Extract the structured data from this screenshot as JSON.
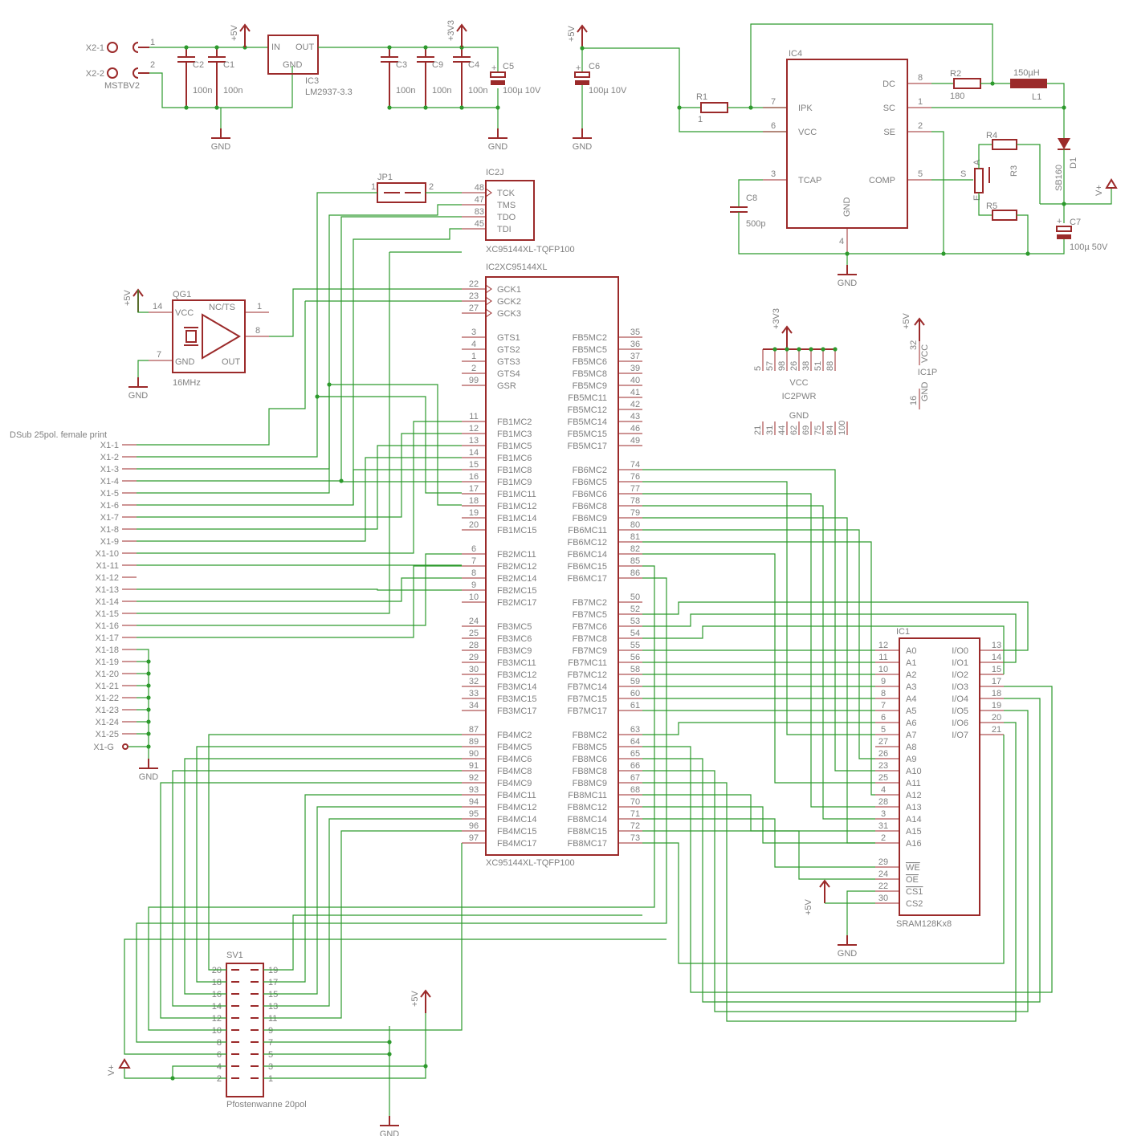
{
  "connector_x2": {
    "pins": [
      "X2-1",
      "X2-2"
    ],
    "name": "MSTBV2"
  },
  "connector_x1": {
    "title": "DSub 25pol. female print",
    "pins": [
      "X1-1",
      "X1-2",
      "X1-3",
      "X1-4",
      "X1-5",
      "X1-6",
      "X1-7",
      "X1-8",
      "X1-9",
      "X1-10",
      "X1-11",
      "X1-12",
      "X1-13",
      "X1-14",
      "X1-15",
      "X1-16",
      "X1-17",
      "X1-18",
      "X1-19",
      "X1-20",
      "X1-21",
      "X1-22",
      "X1-23",
      "X1-24",
      "X1-25"
    ],
    "ground_pin": "X1-G"
  },
  "power": {
    "v5": "+5V",
    "v33": "+3V3",
    "vplus": "V+",
    "gnd": "GND"
  },
  "caps": {
    "c1": {
      "name": "C1",
      "value": "100n"
    },
    "c2": {
      "name": "C2",
      "value": "100n"
    },
    "c3": {
      "name": "C3",
      "value": "100n"
    },
    "c4": {
      "name": "C4",
      "value": "100n"
    },
    "c5": {
      "name": "C5",
      "value": "100µ 10V"
    },
    "c6": {
      "name": "C6",
      "value": "100µ 10V"
    },
    "c7": {
      "name": "C7",
      "value": "100µ 50V"
    },
    "c8": {
      "name": "C8",
      "value": "500p"
    },
    "c9": {
      "name": "C9",
      "value": "100n"
    }
  },
  "regulator": {
    "name": "IC3",
    "value": "LM2937-3.3",
    "pin_in": "IN",
    "pin_out": "OUT",
    "pin_gnd": "GND"
  },
  "ic4": {
    "name": "IC4",
    "left_pins": [
      "IPK",
      "VCC",
      "TCAP"
    ],
    "right_pins": [
      "DC",
      "SC",
      "SE",
      "COMP"
    ],
    "bottom_pin": "GND"
  },
  "passives": {
    "r1": {
      "name": "R1",
      "value": "1"
    },
    "r2": {
      "name": "R2",
      "value": "180"
    },
    "r3": {
      "name": "R3"
    },
    "r4": {
      "name": "R4"
    },
    "r5": {
      "name": "R5"
    },
    "l1": {
      "name": "L1",
      "value": "150µH"
    },
    "d1": {
      "name": "D1",
      "value": "SB160"
    },
    "pot_labels": {
      "a": "A",
      "e": "E",
      "s": "S"
    }
  },
  "jumper": {
    "name": "JP1",
    "pin1": "1",
    "pin2": "2"
  },
  "ic2j": {
    "name": "IC2J",
    "part": "XC95144XL-TQFP100",
    "pins": [
      {
        "num": "48",
        "name": "TCK"
      },
      {
        "num": "47",
        "name": "TMS"
      },
      {
        "num": "83",
        "name": "TDO"
      },
      {
        "num": "45",
        "name": "TDI"
      }
    ]
  },
  "oscillator": {
    "name": "QG1",
    "value": "16MHz",
    "pin_vcc": "VCC",
    "pin_nc": "NC/TS",
    "pin_gnd": "GND",
    "pin_out": "OUT",
    "pinnums": {
      "vcc": "14",
      "nc": "1",
      "gnd": "7",
      "out": "8"
    }
  },
  "ic2": {
    "name": "IC2XC95144XL",
    "part": "XC95144XL-TQFP100",
    "left_pins": [
      {
        "num": "22",
        "name": "GCK1",
        "row": 0
      },
      {
        "num": "23",
        "name": "GCK2",
        "row": 1
      },
      {
        "num": "27",
        "name": "GCK3",
        "row": 2
      },
      {
        "num": "3",
        "name": "GTS1",
        "row": 4
      },
      {
        "num": "4",
        "name": "GTS2",
        "row": 5
      },
      {
        "num": "1",
        "name": "GTS3",
        "row": 6
      },
      {
        "num": "2",
        "name": "GTS4",
        "row": 7
      },
      {
        "num": "99",
        "name": "GSR",
        "row": 8
      },
      {
        "num": "11",
        "name": "FB1MC2",
        "row": 11
      },
      {
        "num": "12",
        "name": "FB1MC3",
        "row": 12
      },
      {
        "num": "13",
        "name": "FB1MC5",
        "row": 13
      },
      {
        "num": "14",
        "name": "FB1MC6",
        "row": 14
      },
      {
        "num": "15",
        "name": "FB1MC8",
        "row": 15
      },
      {
        "num": "16",
        "name": "FB1MC9",
        "row": 16
      },
      {
        "num": "17",
        "name": "FB1MC11",
        "row": 17
      },
      {
        "num": "18",
        "name": "FB1MC12",
        "row": 18
      },
      {
        "num": "19",
        "name": "FB1MC14",
        "row": 19
      },
      {
        "num": "20",
        "name": "FB1MC15",
        "row": 20
      },
      {
        "num": "6",
        "name": "FB2MC11",
        "row": 22
      },
      {
        "num": "7",
        "name": "FB2MC12",
        "row": 23
      },
      {
        "num": "8",
        "name": "FB2MC14",
        "row": 24
      },
      {
        "num": "9",
        "name": "FB2MC15",
        "row": 25
      },
      {
        "num": "10",
        "name": "FB2MC17",
        "row": 26
      },
      {
        "num": "24",
        "name": "FB3MC5",
        "row": 28
      },
      {
        "num": "25",
        "name": "FB3MC6",
        "row": 29
      },
      {
        "num": "28",
        "name": "FB3MC9",
        "row": 30
      },
      {
        "num": "29",
        "name": "FB3MC11",
        "row": 31
      },
      {
        "num": "30",
        "name": "FB3MC12",
        "row": 32
      },
      {
        "num": "32",
        "name": "FB3MC14",
        "row": 33
      },
      {
        "num": "33",
        "name": "FB3MC15",
        "row": 34
      },
      {
        "num": "34",
        "name": "FB3MC17",
        "row": 35
      },
      {
        "num": "87",
        "name": "FB4MC2",
        "row": 37
      },
      {
        "num": "89",
        "name": "FB4MC5",
        "row": 38
      },
      {
        "num": "90",
        "name": "FB4MC6",
        "row": 39
      },
      {
        "num": "91",
        "name": "FB4MC8",
        "row": 40
      },
      {
        "num": "92",
        "name": "FB4MC9",
        "row": 41
      },
      {
        "num": "93",
        "name": "FB4MC11",
        "row": 42
      },
      {
        "num": "94",
        "name": "FB4MC12",
        "row": 43
      },
      {
        "num": "95",
        "name": "FB4MC14",
        "row": 44
      },
      {
        "num": "96",
        "name": "FB4MC15",
        "row": 45
      },
      {
        "num": "97",
        "name": "FB4MC17",
        "row": 46
      }
    ],
    "right_pins": [
      {
        "num": "35",
        "name": "FB5MC2",
        "row": 4
      },
      {
        "num": "36",
        "name": "FB5MC5",
        "row": 5
      },
      {
        "num": "37",
        "name": "FB5MC6",
        "row": 6
      },
      {
        "num": "39",
        "name": "FB5MC8",
        "row": 7
      },
      {
        "num": "40",
        "name": "FB5MC9",
        "row": 8
      },
      {
        "num": "41",
        "name": "FB5MC11",
        "row": 9
      },
      {
        "num": "42",
        "name": "FB5MC12",
        "row": 10
      },
      {
        "num": "43",
        "name": "FB5MC14",
        "row": 11
      },
      {
        "num": "46",
        "name": "FB5MC15",
        "row": 12
      },
      {
        "num": "49",
        "name": "FB5MC17",
        "row": 13
      },
      {
        "num": "74",
        "name": "FB6MC2",
        "row": 15
      },
      {
        "num": "76",
        "name": "FB6MC5",
        "row": 16
      },
      {
        "num": "77",
        "name": "FB6MC6",
        "row": 17
      },
      {
        "num": "78",
        "name": "FB6MC8",
        "row": 18
      },
      {
        "num": "79",
        "name": "FB6MC9",
        "row": 19
      },
      {
        "num": "80",
        "name": "FB6MC11",
        "row": 20
      },
      {
        "num": "81",
        "name": "FB6MC12",
        "row": 21
      },
      {
        "num": "82",
        "name": "FB6MC14",
        "row": 22
      },
      {
        "num": "85",
        "name": "FB6MC15",
        "row": 23
      },
      {
        "num": "86",
        "name": "FB6MC17",
        "row": 24
      },
      {
        "num": "50",
        "name": "FB7MC2",
        "row": 26
      },
      {
        "num": "52",
        "name": "FB7MC5",
        "row": 27
      },
      {
        "num": "53",
        "name": "FB7MC6",
        "row": 28
      },
      {
        "num": "54",
        "name": "FB7MC8",
        "row": 29
      },
      {
        "num": "55",
        "name": "FB7MC9",
        "row": 30
      },
      {
        "num": "56",
        "name": "FB7MC11",
        "row": 31
      },
      {
        "num": "58",
        "name": "FB7MC12",
        "row": 32
      },
      {
        "num": "59",
        "name": "FB7MC14",
        "row": 33
      },
      {
        "num": "60",
        "name": "FB7MC15",
        "row": 34
      },
      {
        "num": "61",
        "name": "FB7MC17",
        "row": 35
      },
      {
        "num": "63",
        "name": "FB8MC2",
        "row": 37
      },
      {
        "num": "64",
        "name": "FB8MC5",
        "row": 38
      },
      {
        "num": "65",
        "name": "FB8MC6",
        "row": 39
      },
      {
        "num": "66",
        "name": "FB8MC8",
        "row": 40
      },
      {
        "num": "67",
        "name": "FB8MC9",
        "row": 41
      },
      {
        "num": "68",
        "name": "FB8MC11",
        "row": 42
      },
      {
        "num": "70",
        "name": "FB8MC12",
        "row": 43
      },
      {
        "num": "71",
        "name": "FB8MC14",
        "row": 44
      },
      {
        "num": "72",
        "name": "FB8MC15",
        "row": 45
      },
      {
        "num": "73",
        "name": "FB8MC17",
        "row": 46
      }
    ]
  },
  "ic2pwr": {
    "name": "IC2PWR",
    "vcc_label": "VCC",
    "gnd_label": "GND",
    "vcc_pins": [
      "5",
      "57",
      "98",
      "26",
      "38",
      "51",
      "88"
    ],
    "gnd_pins": [
      "21",
      "31",
      "44",
      "62",
      "69",
      "75",
      "84",
      "100"
    ]
  },
  "ic1p": {
    "name": "IC1P",
    "vcc_pin": "32",
    "vcc_label": "VCC",
    "gnd_pin": "16",
    "gnd_label": "GND"
  },
  "ic1": {
    "name": "IC1",
    "part": "SRAM128Kx8",
    "left_pins": [
      {
        "num": "12",
        "name": "A0",
        "row": 0
      },
      {
        "num": "11",
        "name": "A1",
        "row": 1
      },
      {
        "num": "10",
        "name": "A2",
        "row": 2
      },
      {
        "num": "9",
        "name": "A3",
        "row": 3
      },
      {
        "num": "8",
        "name": "A4",
        "row": 4
      },
      {
        "num": "7",
        "name": "A5",
        "row": 5
      },
      {
        "num": "6",
        "name": "A6",
        "row": 6
      },
      {
        "num": "5",
        "name": "A7",
        "row": 7
      },
      {
        "num": "27",
        "name": "A8",
        "row": 8
      },
      {
        "num": "26",
        "name": "A9",
        "row": 9
      },
      {
        "num": "23",
        "name": "A10",
        "row": 10
      },
      {
        "num": "25",
        "name": "A11",
        "row": 11
      },
      {
        "num": "4",
        "name": "A12",
        "row": 12
      },
      {
        "num": "28",
        "name": "A13",
        "row": 13
      },
      {
        "num": "3",
        "name": "A14",
        "row": 14
      },
      {
        "num": "31",
        "name": "A15",
        "row": 15
      },
      {
        "num": "2",
        "name": "A16",
        "row": 16
      },
      {
        "num": "29",
        "name": "WE",
        "row": 18
      },
      {
        "num": "24",
        "name": "OE",
        "row": 19
      },
      {
        "num": "22",
        "name": "CS1",
        "row": 20
      },
      {
        "num": "30",
        "name": "CS2",
        "row": 21
      }
    ],
    "right_pins": [
      {
        "num": "13",
        "name": "I/O0",
        "row": 0
      },
      {
        "num": "14",
        "name": "I/O1",
        "row": 1
      },
      {
        "num": "15",
        "name": "I/O2",
        "row": 2
      },
      {
        "num": "17",
        "name": "I/O3",
        "row": 3
      },
      {
        "num": "18",
        "name": "I/O4",
        "row": 4
      },
      {
        "num": "19",
        "name": "I/O5",
        "row": 5
      },
      {
        "num": "20",
        "name": "I/O6",
        "row": 6
      },
      {
        "num": "21",
        "name": "I/O7",
        "row": 7
      }
    ]
  },
  "sv1": {
    "name": "SV1",
    "part": "Pfostenwanne 20pol",
    "left_nums": [
      "20",
      "18",
      "16",
      "14",
      "12",
      "10",
      "8",
      "6",
      "4",
      "2"
    ],
    "right_nums": [
      "19",
      "17",
      "15",
      "13",
      "11",
      "9",
      "7",
      "5",
      "3",
      "1"
    ]
  }
}
